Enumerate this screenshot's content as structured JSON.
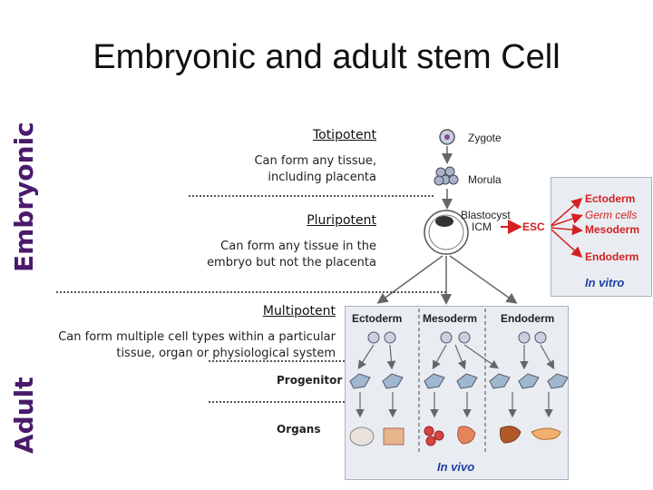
{
  "title": "Embryonic and adult stem Cell",
  "side_labels": {
    "embryonic": "Embryonic",
    "adult": "Adult"
  },
  "potency": {
    "totipotent": {
      "label": "Totipotent",
      "desc_line1": "Can form any tissue,",
      "desc_line2": "including placenta"
    },
    "pluripotent": {
      "label": "Pluripotent",
      "desc_line1": "Can form any tissue in the",
      "desc_line2": "embryo but not the placenta"
    },
    "multipotent": {
      "label": "Multipotent",
      "desc_line1": "Can form multiple cell types within a particular",
      "desc_line2": "tissue, organ or physiological system"
    }
  },
  "stages": {
    "zygote": "Zygote",
    "morula": "Morula",
    "blastocyst": "Blastocyst",
    "icm": "ICM",
    "esc": "ESC"
  },
  "in_vitro": {
    "ectoderm": "Ectoderm",
    "germ_cells": "Germ cells",
    "mesoderm": "Mesoderm",
    "endoderm": "Endoderm",
    "label": "In vitro"
  },
  "in_vivo": {
    "columns": [
      "Ectoderm",
      "Mesoderm",
      "Endoderm"
    ],
    "progenitor": "Progenitor",
    "organs": "Organs",
    "label": "In vivo"
  },
  "colors": {
    "embryonic_label": "#4a1a6b",
    "red_text": "#d42020",
    "blue_text": "#1f3fa0",
    "panel_bg": "#e9edf2"
  }
}
